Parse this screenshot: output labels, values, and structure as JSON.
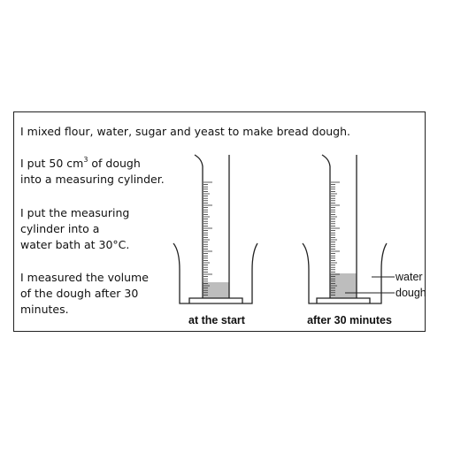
{
  "intro": "I mixed flour, water, sugar and yeast to make bread dough.",
  "steps": [
    {
      "pre": "I put 50 cm",
      "sup": "3",
      "post": " of dough",
      "line2": "into a measuring cylinder."
    },
    {
      "line1": "I put the measuring",
      "line2": "cylinder into a",
      "line3": "water bath at 30°C."
    },
    {
      "line1": "I measured the volume",
      "line2": "of the dough after 30",
      "line3": "minutes."
    }
  ],
  "captions": {
    "start": "at the start",
    "after": "after 30 minutes"
  },
  "labels": {
    "water": "water",
    "dough": "dough"
  },
  "colors": {
    "dough": "#bdbdbd",
    "stroke": "#222222"
  }
}
